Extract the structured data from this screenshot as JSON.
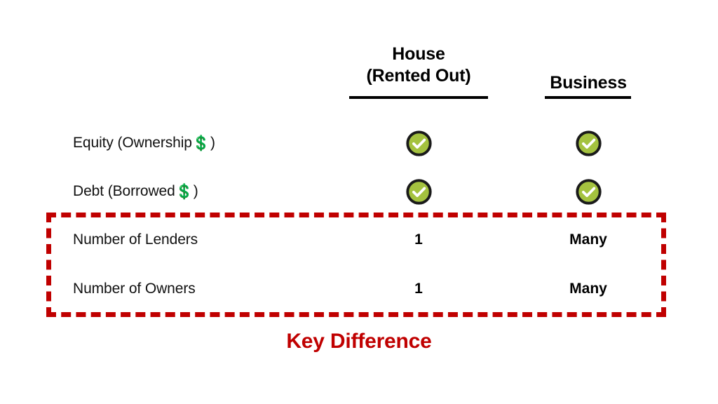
{
  "table": {
    "columns": [
      {
        "id": "house",
        "label_line1": "House",
        "label_line2": "(Rented Out)",
        "label": "House (Rented Out)"
      },
      {
        "id": "business",
        "label_line1": "Business",
        "label_line2": "",
        "label": "Business"
      }
    ],
    "rows": [
      {
        "id": "equity",
        "label_text": "Equity (Ownership",
        "label_emoji": "💲",
        "label_suffix": ")",
        "house": {
          "type": "check",
          "icon": "check-circle-icon",
          "value": ""
        },
        "business": {
          "type": "check",
          "icon": "check-circle-icon",
          "value": ""
        }
      },
      {
        "id": "debt",
        "label_text": "Debt  (Borrowed",
        "label_emoji": "💲",
        "label_suffix": ")",
        "house": {
          "type": "check",
          "icon": "check-circle-icon",
          "value": ""
        },
        "business": {
          "type": "check",
          "icon": "check-circle-icon",
          "value": ""
        }
      },
      {
        "id": "lenders",
        "label_text": "Number of Lenders",
        "label_emoji": "",
        "label_suffix": "",
        "house": {
          "type": "text",
          "icon": "",
          "value": "1"
        },
        "business": {
          "type": "text",
          "icon": "",
          "value": "Many"
        }
      },
      {
        "id": "owners",
        "label_text": "Number of Owners",
        "label_emoji": "",
        "label_suffix": "",
        "house": {
          "type": "text",
          "icon": "",
          "value": "1"
        },
        "business": {
          "type": "text",
          "icon": "",
          "value": "Many"
        }
      }
    ]
  },
  "highlight": {
    "caption": "Key Difference",
    "color": "#C00000",
    "style": "dashed"
  },
  "colors": {
    "accent_red": "#C00000",
    "check_fill": "#A4C23F",
    "check_ring": "#1A1A1A",
    "check_mark": "#FFFFFF",
    "money_gold": "#F2C14E",
    "text": "#111111",
    "background": "#FFFFFF"
  }
}
